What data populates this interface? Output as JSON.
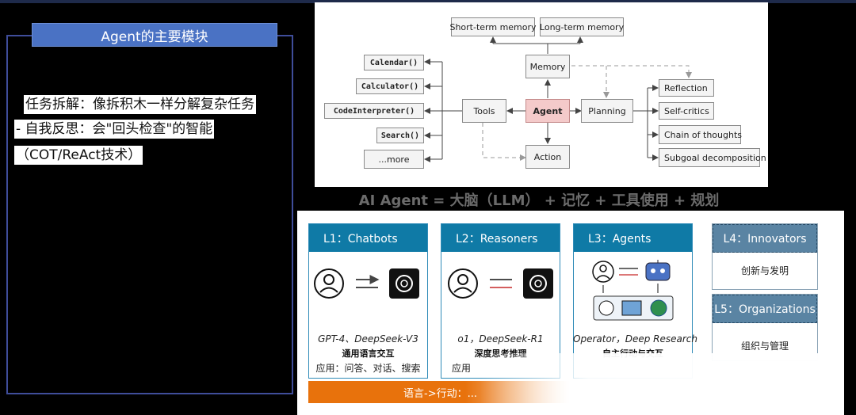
{
  "left_panel": {
    "title": "Agent的主要模块",
    "bullets": [
      "任务拆解：像拆积木一样分解复杂任务",
      "- 自我反思：会\"回头检查\"的智能",
      "（COT/ReAct技术）"
    ]
  },
  "diagram": {
    "short_term": "Short-term memory",
    "long_term": "Long-term memory",
    "memory": "Memory",
    "tools": "Tools",
    "agent": "Agent",
    "planning": "Planning",
    "action": "Action",
    "tool_items": [
      "Calendar()",
      "Calculator()",
      "CodeInterpreter()",
      "Search()",
      "...more"
    ],
    "planning_items": [
      "Reflection",
      "Self-critics",
      "Chain of thoughts",
      "Subgoal decomposition"
    ]
  },
  "formula": "AI Agent = 大脑（LLM） + 记忆 + 工具使用 + 规划",
  "levels": {
    "l1": {
      "title": "L1：Chatbots",
      "model": "GPT-4、DeepSeek-V3",
      "desc": "通用语言交互",
      "app": "应用：问答、对话、搜索"
    },
    "l2": {
      "title": "L2：Reasoners",
      "model": "o1，DeepSeek-R1",
      "desc": "深度思考推理",
      "app": "应用"
    },
    "l3": {
      "title": "L3：Agents",
      "model": "Operator，Deep Research",
      "desc": "自主行动与交互"
    },
    "l4": {
      "title": "L4：Innovators",
      "desc": "创新与发明"
    },
    "l5": {
      "title": "L5：Organizations",
      "desc": "组织与管理"
    },
    "bar": "语言->行动：..."
  },
  "colors": {
    "accent_blue": "#4a72c4",
    "level_head": "#0f7aa6",
    "agent_box": "#f4caca",
    "orange": "#e8720c"
  }
}
